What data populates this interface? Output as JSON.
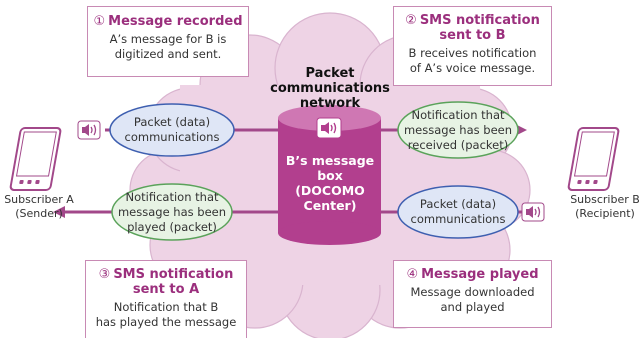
{
  "steps": [
    {
      "num": "①",
      "title": [
        "Message recorded"
      ],
      "body": [
        "A’s message for B is",
        "digitized and sent."
      ]
    },
    {
      "num": "②",
      "title": [
        "SMS notification",
        "sent to B"
      ],
      "body": [
        "B receives notification",
        "of A’s voice message."
      ]
    },
    {
      "num": "③",
      "title": [
        "SMS notification",
        "sent to A"
      ],
      "body": [
        "Notification that B",
        "has played the message"
      ]
    },
    {
      "num": "④",
      "title": [
        "Message played"
      ],
      "body": [
        "Message downloaded",
        "and played"
      ]
    }
  ],
  "network_label": [
    "Packet",
    "communications",
    "network"
  ],
  "server_label": [
    "B’s message",
    "box",
    "(DOCOMO",
    "Center)"
  ],
  "ellipses": {
    "a_send": [
      "Packet (data)",
      "communications"
    ],
    "b_notify": [
      "Notification that",
      "message has been",
      "received (packet)"
    ],
    "a_notify": [
      "Notification that",
      "message has been",
      "played (packet)"
    ],
    "b_receive": [
      "Packet (data)",
      "communications"
    ]
  },
  "subscribers": {
    "a": [
      "Subscriber A",
      "(Sender)"
    ],
    "b": [
      "Subscriber B",
      "(Recipient)"
    ]
  },
  "colors": {
    "cloud": "#eed3e5",
    "cloud_border": "#d9b4cf",
    "accent": "#9b2f7d",
    "arrow": "#a2488a",
    "cylinder": "#b23f8e",
    "ellipse_blue_fill": "#dfe6f6",
    "ellipse_blue_border": "#3e5fb0",
    "ellipse_green_fill": "#e7f3e4",
    "ellipse_green_border": "#5aa25a"
  },
  "icons": [
    "speaker-icon",
    "smartphone-icon"
  ]
}
